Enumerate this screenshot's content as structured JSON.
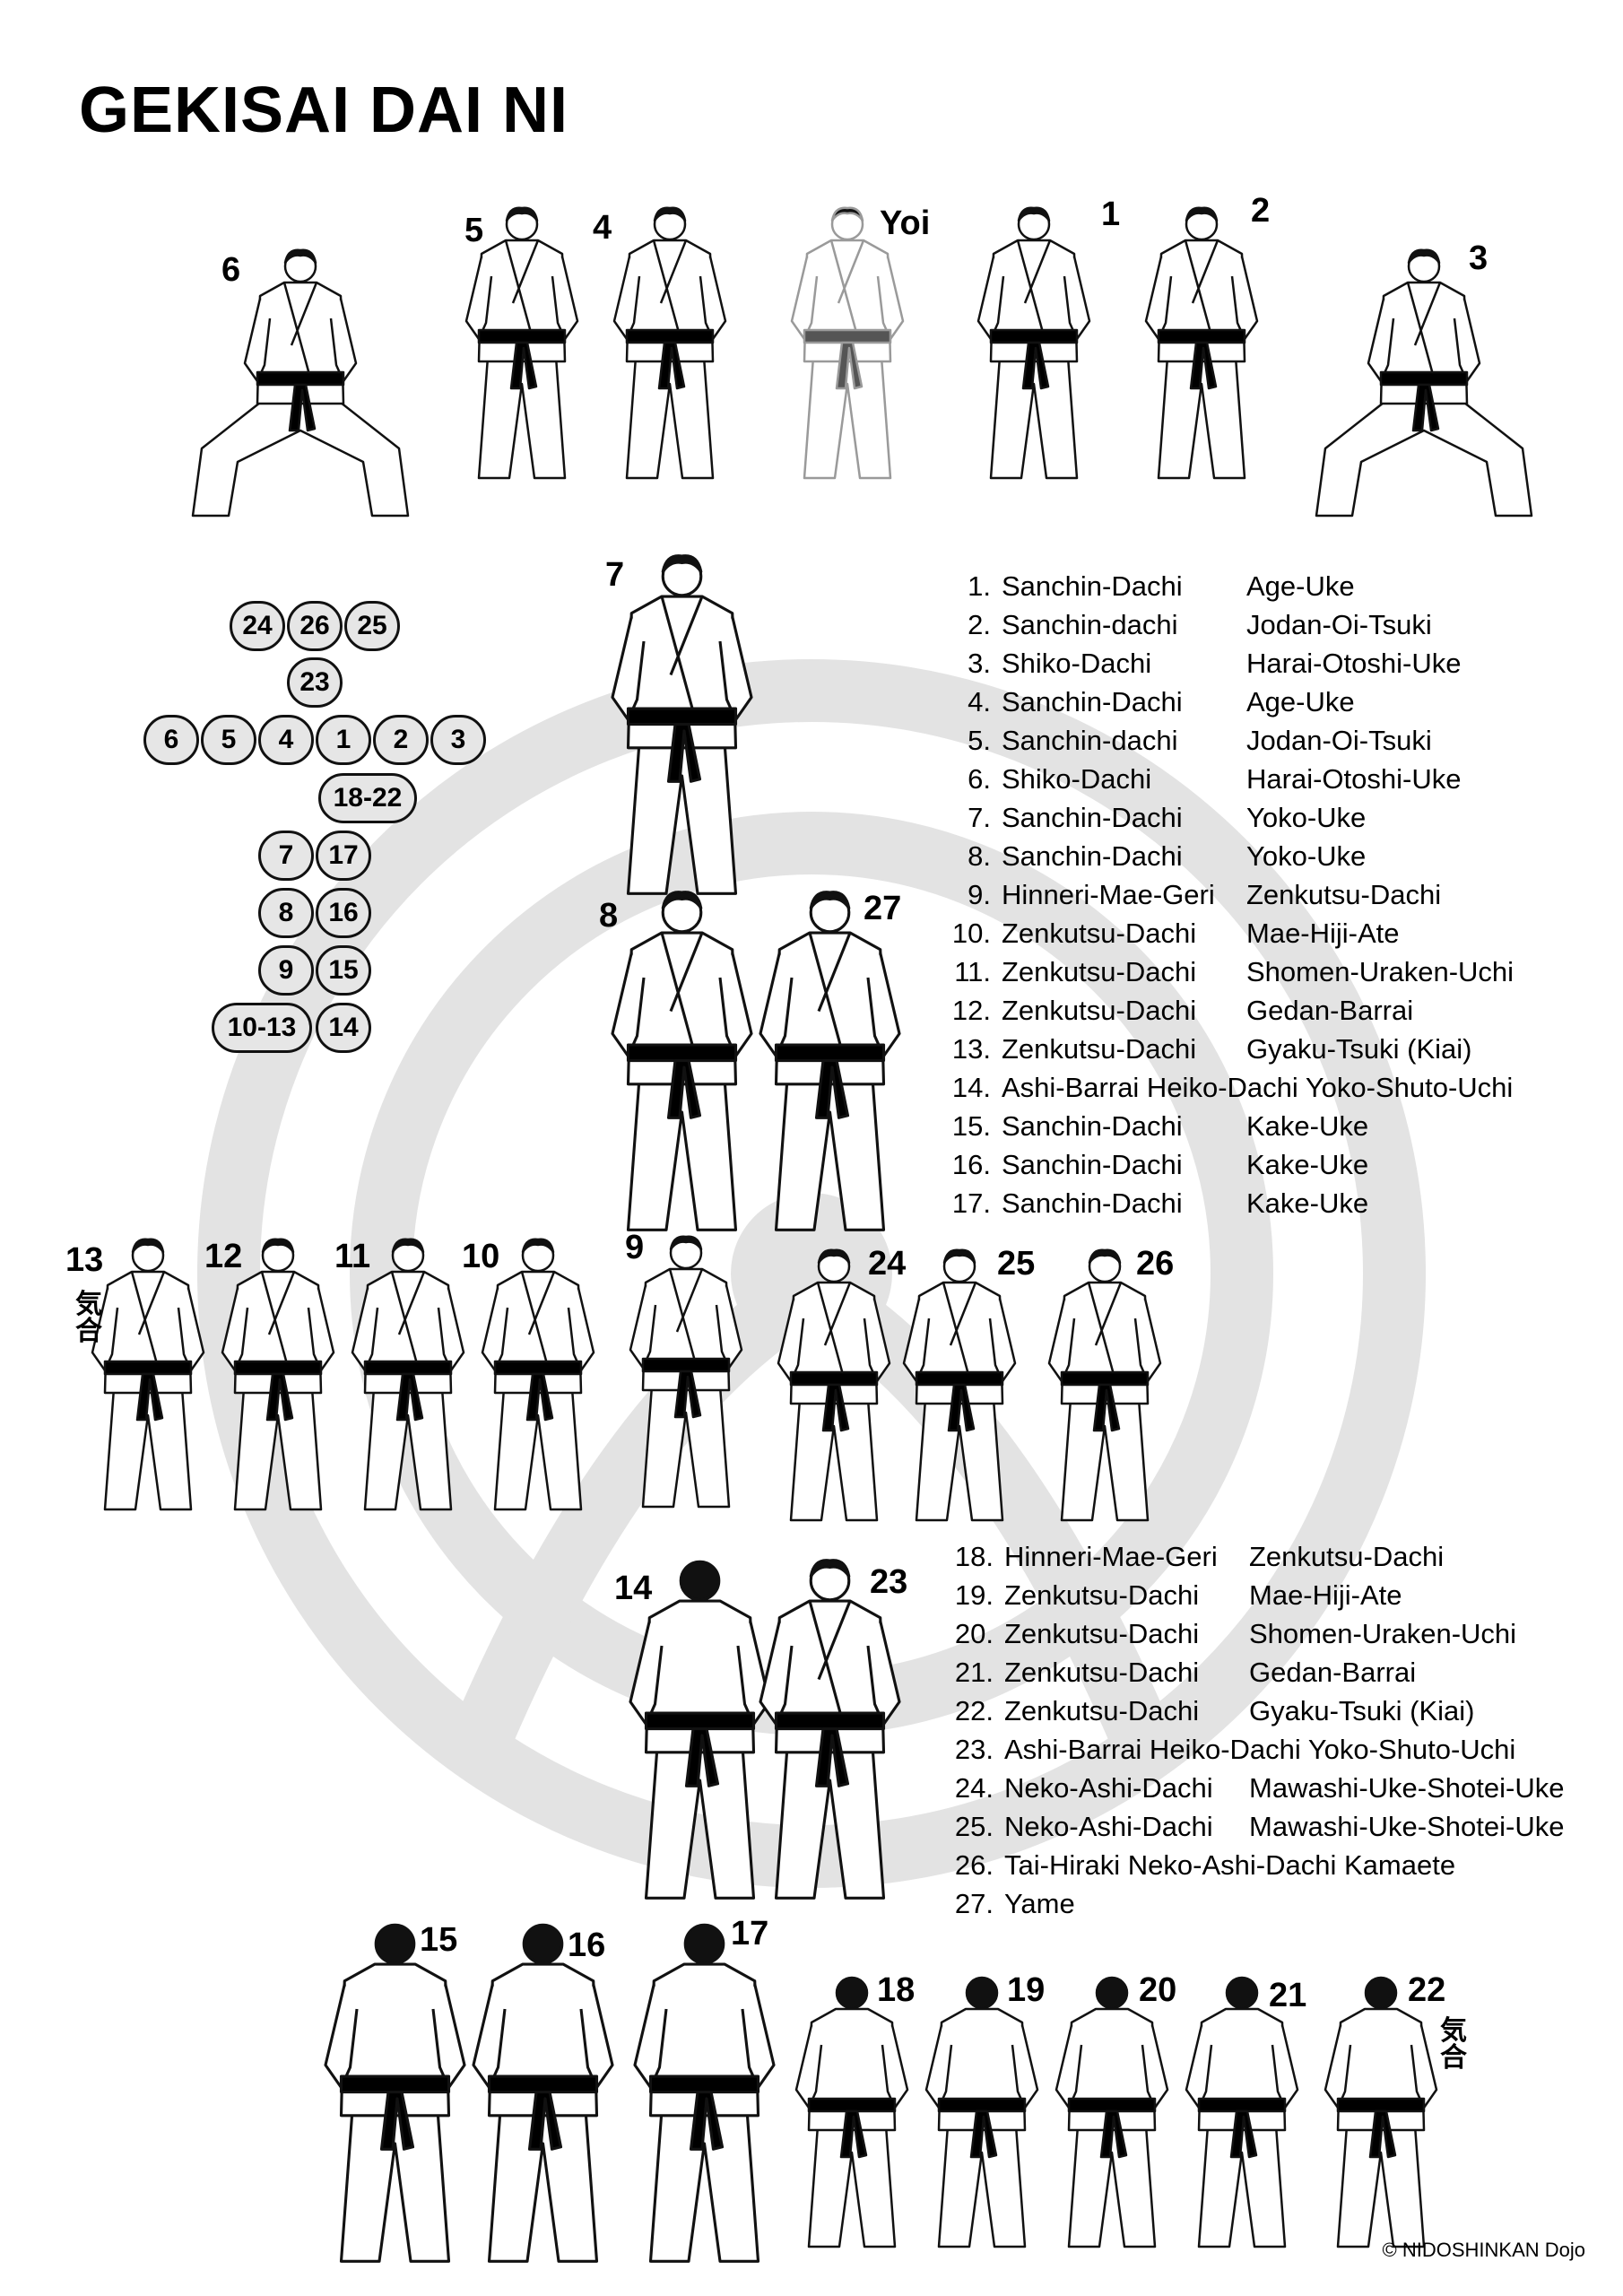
{
  "title": "GEKISAI DAI NI",
  "copyright": "© NIDOSHINKAN Dojo",
  "kiai_mark": "気合",
  "figure_labels": {
    "yoi": "Yoi",
    "f1": "1",
    "f2": "2",
    "f3": "3",
    "f4": "4",
    "f5": "5",
    "f6": "6",
    "f7": "7",
    "f8": "8",
    "f9": "9",
    "f10": "10",
    "f11": "11",
    "f12": "12",
    "f13": "13",
    "f14": "14",
    "f15": "15",
    "f16": "16",
    "f17": "17",
    "f18": "18",
    "f19": "19",
    "f20": "20",
    "f21": "21",
    "f22": "22",
    "f23": "23",
    "f24": "24",
    "f25": "25",
    "f26": "26",
    "f27": "27"
  },
  "embusen": {
    "c24": "24",
    "c26": "26",
    "c25": "25",
    "c23": "23",
    "c6": "6",
    "c5": "5",
    "c4": "4",
    "c1": "1",
    "c2": "2",
    "c3": "3",
    "c18_22": "18-22",
    "c7": "7",
    "c17": "17",
    "c8": "8",
    "c16": "16",
    "c9": "9",
    "c15": "15",
    "c10_13": "10-13",
    "c14": "14"
  },
  "steps_a": [
    {
      "n": "1.",
      "stance": "Sanchin-Dachi",
      "tech": "Age-Uke"
    },
    {
      "n": "2.",
      "stance": "Sanchin-dachi",
      "tech": "Jodan-Oi-Tsuki"
    },
    {
      "n": "3.",
      "stance": "Shiko-Dachi",
      "tech": "Harai-Otoshi-Uke"
    },
    {
      "n": "4.",
      "stance": "Sanchin-Dachi",
      "tech": "Age-Uke"
    },
    {
      "n": "5.",
      "stance": "Sanchin-dachi",
      "tech": "Jodan-Oi-Tsuki"
    },
    {
      "n": "6.",
      "stance": "Shiko-Dachi",
      "tech": "Harai-Otoshi-Uke"
    },
    {
      "n": "7.",
      "stance": "Sanchin-Dachi",
      "tech": "Yoko-Uke"
    },
    {
      "n": "8.",
      "stance": "Sanchin-Dachi",
      "tech": "Yoko-Uke"
    },
    {
      "n": "9.",
      "stance": "Hinneri-Mae-Geri",
      "tech": "Zenkutsu-Dachi"
    },
    {
      "n": "10.",
      "stance": "Zenkutsu-Dachi",
      "tech": "Mae-Hiji-Ate"
    },
    {
      "n": "11.",
      "stance": "Zenkutsu-Dachi",
      "tech": "Shomen-Uraken-Uchi"
    },
    {
      "n": "12.",
      "stance": "Zenkutsu-Dachi",
      "tech": "Gedan-Barrai"
    },
    {
      "n": "13.",
      "stance": "Zenkutsu-Dachi",
      "tech": "Gyaku-Tsuki (Kiai)"
    },
    {
      "n": "14.",
      "stance": "Ashi-Barrai  Heiko-Dachi Yoko-Shuto-Uchi",
      "tech": ""
    },
    {
      "n": "15.",
      "stance": "Sanchin-Dachi",
      "tech": "Kake-Uke"
    },
    {
      "n": "16.",
      "stance": "Sanchin-Dachi",
      "tech": "Kake-Uke"
    },
    {
      "n": "17.",
      "stance": "Sanchin-Dachi",
      "tech": "Kake-Uke"
    }
  ],
  "steps_b": [
    {
      "n": "18.",
      "stance": "Hinneri-Mae-Geri",
      "tech": "Zenkutsu-Dachi"
    },
    {
      "n": "19.",
      "stance": "Zenkutsu-Dachi",
      "tech": "Mae-Hiji-Ate"
    },
    {
      "n": "20.",
      "stance": "Zenkutsu-Dachi",
      "tech": "Shomen-Uraken-Uchi"
    },
    {
      "n": "21.",
      "stance": "Zenkutsu-Dachi",
      "tech": "Gedan-Barrai"
    },
    {
      "n": "22.",
      "stance": "Zenkutsu-Dachi",
      "tech": "Gyaku-Tsuki (Kiai)"
    },
    {
      "n": "23.",
      "stance": "Ashi-Barrai  Heiko-Dachi Yoko-Shuto-Uchi",
      "tech": ""
    },
    {
      "n": "24.",
      "stance": "Neko-Ashi-Dachi",
      "tech": "Mawashi-Uke-Shotei-Uke"
    },
    {
      "n": "25.",
      "stance": "Neko-Ashi-Dachi",
      "tech": "Mawashi-Uke-Shotei-Uke"
    },
    {
      "n": "26.",
      "stance": "Tai-Hiraki Neko-Ashi-Dachi Kamaete",
      "tech": ""
    },
    {
      "n": "27.",
      "stance": "Yame",
      "tech": ""
    }
  ],
  "colors": {
    "background_logo": "#e3e3e3",
    "circle_fill": "#e6e6e6",
    "belt": "#000000",
    "gi": "#ffffff"
  }
}
